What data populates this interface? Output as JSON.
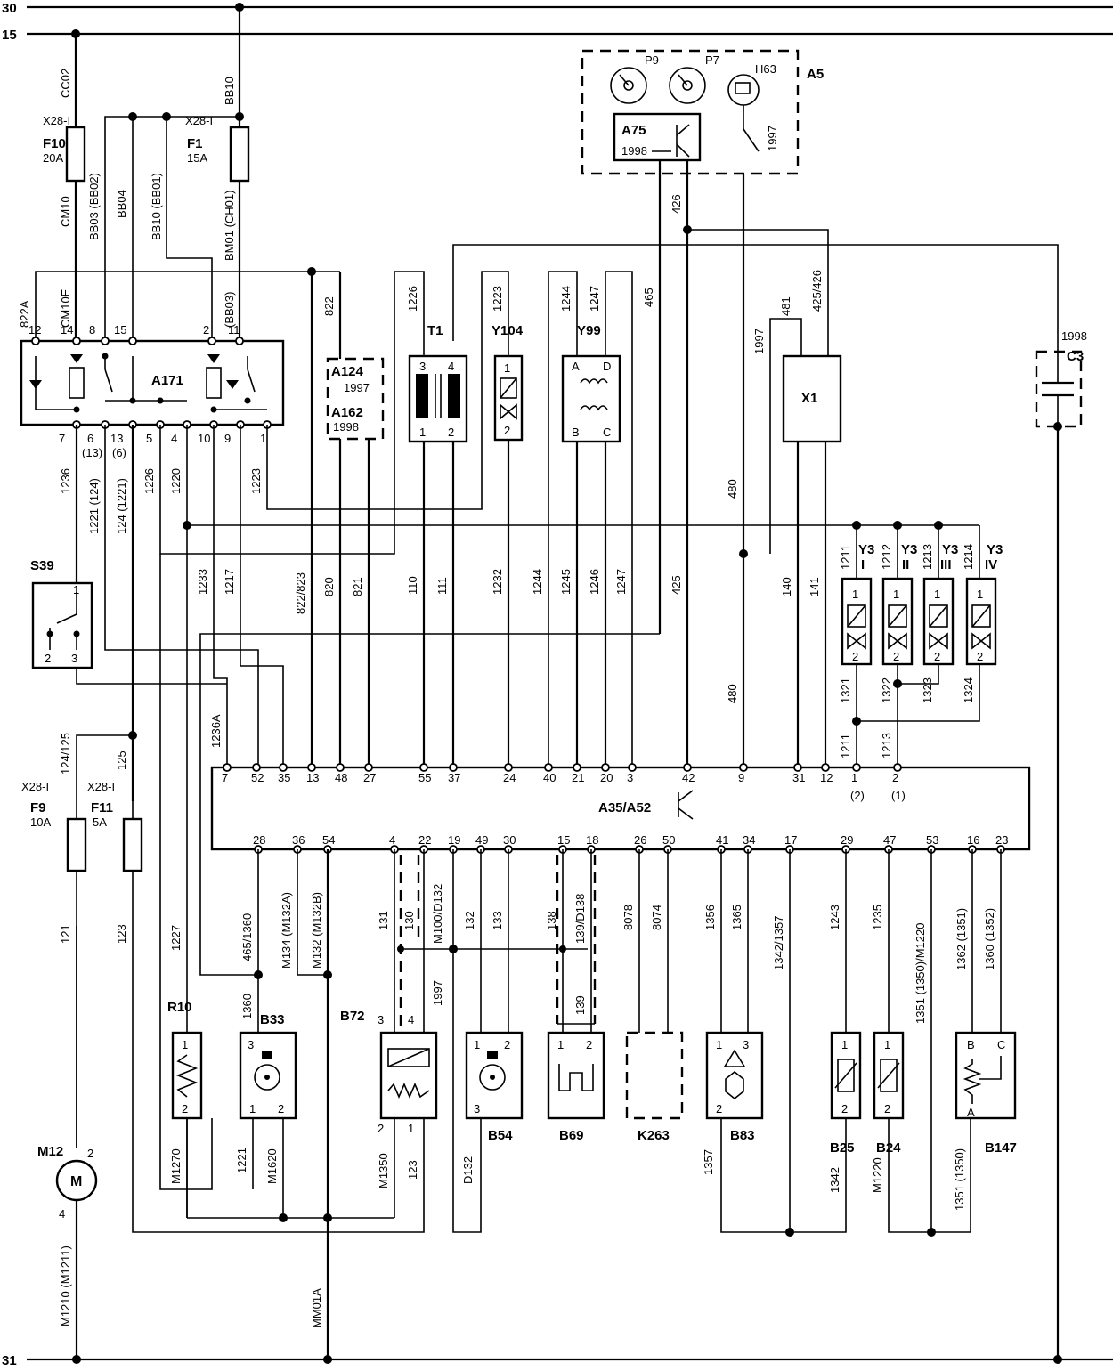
{
  "rails": {
    "r30": "30",
    "r15": "15",
    "r31": "31"
  },
  "components": {
    "A5": "A5",
    "P9": "P9",
    "P7": "P7",
    "H63": "H63",
    "A75": "A75",
    "F10": "F10",
    "F10_amp": "20A",
    "F10_ref": "X28-I",
    "F1": "F1",
    "F1_amp": "15A",
    "F1_ref": "X28-I",
    "F9": "F9",
    "F9_amp": "10A",
    "F9_ref": "X28-I",
    "F11": "F11",
    "F11_amp": "5A",
    "F11_ref": "X28-I",
    "A171": "A171",
    "A124": "A124",
    "A162": "A162",
    "T1": "T1",
    "Y104": "Y104",
    "Y99": "Y99",
    "X1": "X1",
    "C3": "C3",
    "S39": "S39",
    "Y3a": "Y3",
    "Y3a_n": "I",
    "Y3b": "Y3",
    "Y3b_n": "II",
    "Y3c": "Y3",
    "Y3c_n": "III",
    "Y3d": "Y3",
    "Y3d_n": "IV",
    "ECU": "A35/A52",
    "R10": "R10",
    "B33": "B33",
    "B72": "B72",
    "B54": "B54",
    "B69": "B69",
    "K263": "K263",
    "B83": "B83",
    "B25": "B25",
    "B24": "B24",
    "B147": "B147",
    "M12": "M12",
    "M": "M"
  },
  "notes": {
    "y1998": "1998",
    "y1997": "1997"
  },
  "wires": {
    "CC02": "CC02",
    "BB10": "BB10",
    "CM10": "CM10",
    "BB03": "BB03 (BB02)",
    "BB04": "BB04",
    "BB10b": "BB10 (BB01)",
    "BM01": "BM01 (CH01)",
    "w822A": "822A",
    "CM10E": "CM10E",
    "BB03b": "(BB03)",
    "w822": "822",
    "w1226": "1226",
    "w1223": "1223",
    "w1244": "1244",
    "w1247": "1247",
    "w465": "465",
    "w426": "426",
    "w481": "481",
    "w425_426": "425/426",
    "w480": "480",
    "w1236": "1236",
    "w1221": "1221 (124)",
    "w124": "124 (1221)",
    "w1226b": "1226",
    "w1220": "1220",
    "w1223b": "1223",
    "w1233": "1233",
    "w1217": "1217",
    "w822_823": "822/823",
    "w820": "820",
    "w821": "821",
    "w110": "110",
    "w111": "111",
    "w1232": "1232",
    "w1244b": "1244",
    "w1245": "1245",
    "w1246": "1246",
    "w1247b": "1247",
    "w425": "425",
    "w140": "140",
    "w141": "141",
    "w1211": "1211",
    "w1212": "1212",
    "w1213": "1213",
    "w1214": "1214",
    "w1321": "1321",
    "w1322": "1322",
    "w1323": "1323",
    "w1324": "1324",
    "w1211b": "1211",
    "w1213b": "1213",
    "w1236A": "1236A",
    "w124_125": "124/125",
    "w125": "125",
    "w121": "121",
    "w123": "123",
    "w1227": "1227",
    "w465_1360": "465/1360",
    "wM134": "M134 (M132A)",
    "wM132": "M132 (M132B)",
    "w131": "131",
    "w130": "130",
    "wM100": "M100/D132",
    "w132": "132",
    "w133": "133",
    "w138": "138",
    "w139D": "139/D138",
    "w8078": "8078",
    "w8074": "8074",
    "w1356": "1356",
    "w1365": "1365",
    "w1342_1357": "1342/1357",
    "w1243": "1243",
    "w1235": "1235",
    "w1351M": "1351 (1350)/M1220",
    "w1362": "1362 (1351)",
    "w1360_1352": "1360 (1352)",
    "w1360": "1360",
    "w139": "139",
    "wM1270": "M1270",
    "w1221b": "1221",
    "wM1620": "M1620",
    "wM1350": "M1350",
    "w123b": "123",
    "wD132": "D132",
    "w1357": "1357",
    "w1342": "1342",
    "wM1220": "M1220",
    "w1351": "1351 (1350)",
    "wM1210": "M1210 (M1211)",
    "wMM01A": "MM01A"
  },
  "pins": {
    "a171_top": [
      "12",
      "14",
      "8",
      "15",
      "2",
      "11"
    ],
    "a171_bot": [
      "7",
      "6",
      "(13)",
      "13",
      "(6)",
      "5",
      "4",
      "10",
      "9",
      "1"
    ],
    "ecu_top": [
      "7",
      "52",
      "35",
      "13",
      "48",
      "27",
      "55",
      "37",
      "24",
      "40",
      "21",
      "20",
      "3",
      "42",
      "9",
      "31",
      "12",
      "1",
      "2"
    ],
    "ecu_top_sub": [
      "(2)",
      "(1)"
    ],
    "ecu_bot": [
      "28",
      "36",
      "54",
      "4",
      "22",
      "19",
      "49",
      "30",
      "15",
      "18",
      "26",
      "50",
      "41",
      "34",
      "17",
      "29",
      "47",
      "53",
      "16",
      "23"
    ],
    "t1": [
      "3",
      "4",
      "1",
      "2"
    ],
    "y104": [
      "1",
      "2"
    ],
    "y99": [
      "A",
      "D",
      "B",
      "C"
    ],
    "s39": [
      "1",
      "2",
      "3"
    ],
    "y3": [
      "1",
      "2"
    ],
    "r10": [
      "1",
      "2"
    ],
    "b33": [
      "3",
      "1",
      "2"
    ],
    "b72": [
      "3",
      "4",
      "2",
      "1"
    ],
    "b54": [
      "1",
      "2",
      "3"
    ],
    "b69": [
      "1",
      "2"
    ],
    "b83": [
      "1",
      "3",
      "2"
    ],
    "b25": [
      "1",
      "2"
    ],
    "b24": [
      "1",
      "2"
    ],
    "b147": [
      "B",
      "C",
      "A"
    ],
    "m12": [
      "2",
      "4"
    ]
  }
}
